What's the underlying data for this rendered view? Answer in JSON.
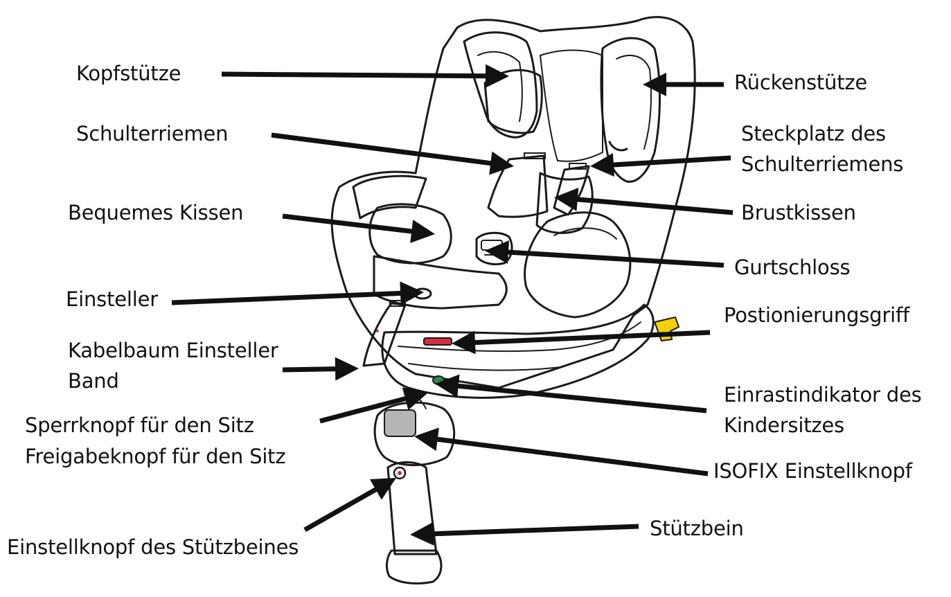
{
  "labels": {
    "kopfstuetze": "Kopfstütze",
    "rueckenstuetze": "Rückenstütze",
    "schulterriemen": "Schulterriemen",
    "steckplatz_line1": "Steckplatz des",
    "steckplatz_line2": "Schulterriemens",
    "bequemes_kissen": "Bequemes Kissen",
    "brustkissen": "Brustkissen",
    "gurtschloss": "Gurtschloss",
    "einsteller": "Einsteller",
    "positionierungsgriff": "Postionierungsgriff",
    "kabelbaum_line1": "Kabelbaum Einsteller",
    "kabelbaum_line2": "Band",
    "einrastindikator_line1": "Einrastindikator des",
    "einrastindikator_line2": "Kindersitzes",
    "sperrknopf": "Sperrknopf für den Sitz",
    "freigabeknopf": "Freigabeknopf für den Sitz",
    "isofix": "ISOFIX Einstellknopf",
    "stuetzbein": "Stützbein",
    "einstellknopf_stuetzbein": "Einstellknopf des Stützbeines"
  },
  "colors": {
    "ink": "#111111",
    "release_button": "#d32f3f",
    "lock_indicator": "#2e8b4e",
    "handle": "#f5d000",
    "isofix_button": "#b5b5b5"
  }
}
